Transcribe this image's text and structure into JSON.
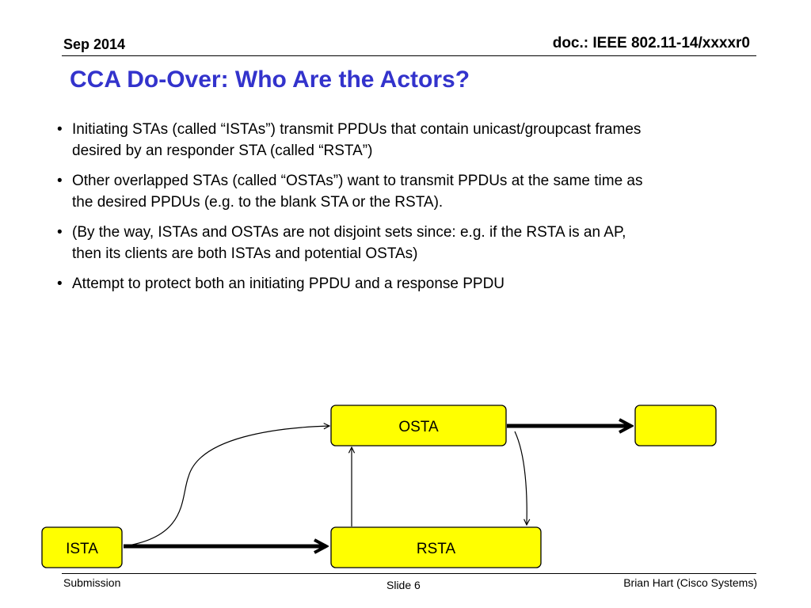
{
  "header": {
    "date": "Sep 2014",
    "doc_id": "doc.: IEEE 802.11-14/xxxxr0"
  },
  "title": "CCA Do-Over: Who Are the Actors?",
  "bullets": [
    {
      "line1": "Initiating STAs (called “ISTAs”) transmit PPDUs that contain unicast/groupcast frames",
      "line2": "desired by an responder STA (called “RSTA”)"
    },
    {
      "line1": "Other overlapped STAs (called “OSTAs”) want to transmit PPDUs at the same time as",
      "line2": "the desired PPDUs (e.g. to the blank STA or the RSTA)."
    },
    {
      "line1": "(By the way, ISTAs and OSTAs are not disjoint sets since: e.g. if the RSTA is an AP,",
      "line2": "then its clients are both ISTAs and potential OSTAs)"
    },
    {
      "line1": "Attempt to protect both an initiating PPDU and a response PPDU",
      "line2": ""
    }
  ],
  "diagram": {
    "box_fill": "#ffff00",
    "nodes": {
      "ista": "ISTA",
      "osta": "OSTA",
      "rsta": "RSTA",
      "blank": ""
    }
  },
  "footer": {
    "left": "Submission",
    "center": "Slide 6",
    "right": "Brian Hart (Cisco Systems)"
  }
}
